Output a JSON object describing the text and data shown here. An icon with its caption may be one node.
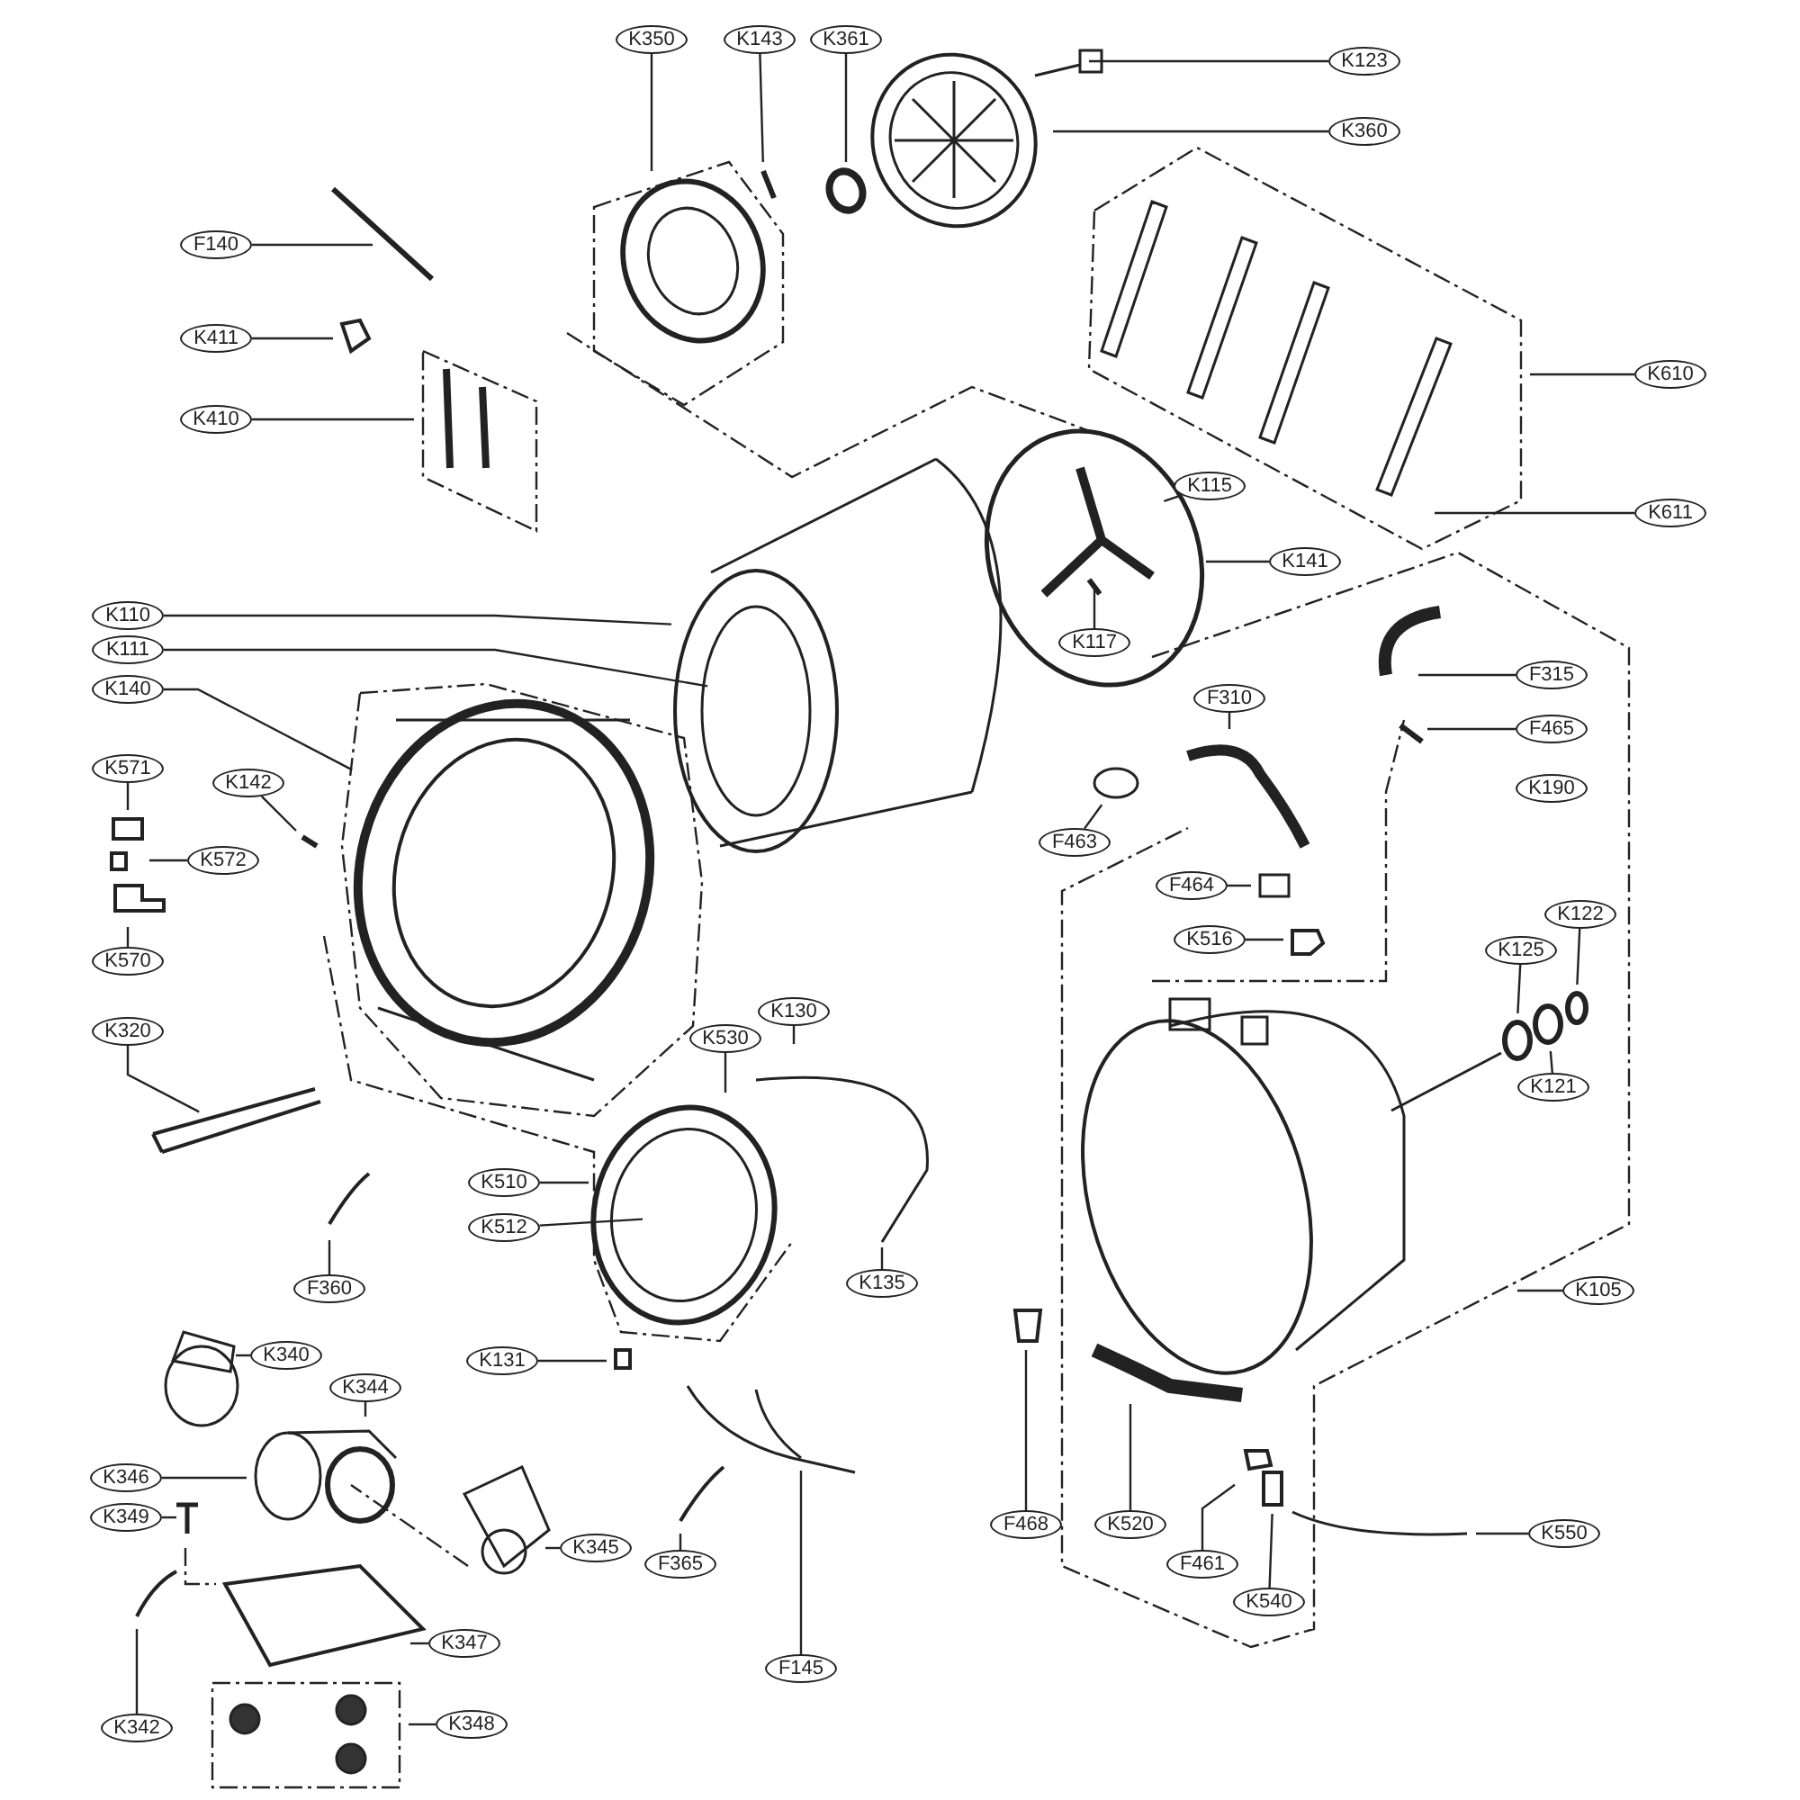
{
  "diagram": {
    "nodes": [
      {
        "text": [
          "K350"
        ]
      },
      {
        "text": [
          "K143"
        ]
      },
      {
        "text": [
          "K361"
        ]
      },
      {
        "text": [
          "K123"
        ]
      },
      {
        "text": [
          "K360"
        ]
      },
      {
        "text": [
          "F140"
        ]
      },
      {
        "text": [
          "K411"
        ]
      },
      {
        "text": [
          "K410"
        ]
      },
      {
        "text": [
          "K610"
        ]
      },
      {
        "text": [
          "K115"
        ]
      },
      {
        "text": [
          "K611"
        ]
      },
      {
        "text": [
          "K141"
        ]
      },
      {
        "text": [
          "K117"
        ]
      },
      {
        "text": [
          "K110"
        ]
      },
      {
        "text": [
          "K111"
        ]
      },
      {
        "text": [
          "K140"
        ]
      },
      {
        "text": [
          "F315"
        ]
      },
      {
        "text": [
          "F310"
        ]
      },
      {
        "text": [
          "F465"
        ]
      },
      {
        "text": [
          "K190"
        ]
      },
      {
        "text": [
          "K571"
        ]
      },
      {
        "text": [
          "K142"
        ]
      },
      {
        "text": [
          "K572"
        ]
      },
      {
        "text": [
          "F463"
        ]
      },
      {
        "text": [
          "F464"
        ]
      },
      {
        "text": [
          "K516"
        ]
      },
      {
        "text": [
          "K122"
        ]
      },
      {
        "text": [
          "K125"
        ]
      },
      {
        "text": [
          "K570"
        ]
      },
      {
        "text": [
          "K130"
        ]
      },
      {
        "text": [
          "K530"
        ]
      },
      {
        "text": [
          "K320"
        ]
      },
      {
        "text": [
          "K121"
        ]
      },
      {
        "text": [
          "K510"
        ]
      },
      {
        "text": [
          "K512"
        ]
      },
      {
        "text": [
          "K135"
        ]
      },
      {
        "text": [
          "F360"
        ]
      },
      {
        "text": [
          "K105"
        ]
      },
      {
        "text": [
          "K340"
        ]
      },
      {
        "text": [
          "K131"
        ]
      },
      {
        "text": [
          "K344"
        ]
      },
      {
        "text": [
          "K346"
        ]
      },
      {
        "text": [
          "K349"
        ]
      },
      {
        "text": [
          "F468"
        ]
      },
      {
        "text": [
          "K520"
        ]
      },
      {
        "text": [
          "K550"
        ]
      },
      {
        "text": [
          "K345"
        ]
      },
      {
        "text": [
          "F461"
        ]
      },
      {
        "text": [
          "F365"
        ]
      },
      {
        "text": [
          "K540"
        ]
      },
      {
        "text": [
          "K347"
        ]
      },
      {
        "text": [
          "F145"
        ]
      },
      {
        "text": [
          "K342"
        ]
      },
      {
        "text": [
          "K348"
        ]
      }
    ],
    "edges": [
      {
        "from": 0,
        "to": null,
        "arrow": "none"
      },
      {
        "from": 1,
        "to": null,
        "arrow": "none"
      },
      {
        "from": 2,
        "to": null,
        "arrow": "none"
      },
      {
        "from": 3,
        "to": null,
        "arrow": "none"
      },
      {
        "from": 4,
        "to": null,
        "arrow": "none"
      },
      {
        "from": 5,
        "to": null,
        "arrow": "none"
      },
      {
        "from": 6,
        "to": null,
        "arrow": "none"
      },
      {
        "from": 7,
        "to": null,
        "arrow": "none"
      },
      {
        "from": 8,
        "to": null,
        "arrow": "none"
      },
      {
        "from": 9,
        "to": null,
        "arrow": "none"
      },
      {
        "from": 10,
        "to": null,
        "arrow": "none"
      },
      {
        "from": 11,
        "to": null,
        "arrow": "none"
      },
      {
        "from": 12,
        "to": null,
        "arrow": "none"
      },
      {
        "from": 13,
        "to": null,
        "arrow": "none"
      },
      {
        "from": 14,
        "to": null,
        "arrow": "none"
      },
      {
        "from": 15,
        "to": null,
        "arrow": "none"
      },
      {
        "from": 16,
        "to": null,
        "arrow": "none"
      },
      {
        "from": 17,
        "to": null,
        "arrow": "none"
      },
      {
        "from": 18,
        "to": null,
        "arrow": "none"
      },
      {
        "from": 20,
        "to": null,
        "arrow": "none"
      },
      {
        "from": 21,
        "to": null,
        "arrow": "none"
      },
      {
        "from": 22,
        "to": null,
        "arrow": "none"
      },
      {
        "from": 23,
        "to": null,
        "arrow": "none"
      },
      {
        "from": 24,
        "to": null,
        "arrow": "none"
      },
      {
        "from": 25,
        "to": null,
        "arrow": "none"
      },
      {
        "from": 26,
        "to": null,
        "arrow": "none"
      },
      {
        "from": 27,
        "to": null,
        "arrow": "none"
      },
      {
        "from": 28,
        "to": null,
        "arrow": "none"
      },
      {
        "from": 29,
        "to": null,
        "arrow": "none"
      },
      {
        "from": 30,
        "to": null,
        "arrow": "none"
      },
      {
        "from": 31,
        "to": null,
        "arrow": "none"
      },
      {
        "from": 32,
        "to": null,
        "arrow": "none"
      },
      {
        "from": 33,
        "to": null,
        "arrow": "none"
      },
      {
        "from": 34,
        "to": null,
        "arrow": "none"
      },
      {
        "from": 35,
        "to": null,
        "arrow": "none"
      },
      {
        "from": 36,
        "to": null,
        "arrow": "none"
      },
      {
        "from": 37,
        "to": null,
        "arrow": "none"
      },
      {
        "from": 38,
        "to": null,
        "arrow": "none"
      },
      {
        "from": 39,
        "to": null,
        "arrow": "none"
      },
      {
        "from": 40,
        "to": null,
        "arrow": "none"
      },
      {
        "from": 41,
        "to": null,
        "arrow": "none"
      },
      {
        "from": 42,
        "to": null,
        "arrow": "none"
      },
      {
        "from": 43,
        "to": null,
        "arrow": "none"
      },
      {
        "from": 44,
        "to": null,
        "arrow": "none"
      },
      {
        "from": 45,
        "to": null,
        "arrow": "none"
      },
      {
        "from": 46,
        "to": null,
        "arrow": "none"
      },
      {
        "from": 47,
        "to": null,
        "arrow": "none"
      },
      {
        "from": 48,
        "to": null,
        "arrow": "none"
      },
      {
        "from": 49,
        "to": null,
        "arrow": "none"
      },
      {
        "from": 50,
        "to": null,
        "arrow": "none"
      },
      {
        "from": 51,
        "to": null,
        "arrow": "none"
      },
      {
        "from": 52,
        "to": null,
        "arrow": "none"
      },
      {
        "from": 53,
        "to": null,
        "arrow": "none"
      }
    ]
  }
}
